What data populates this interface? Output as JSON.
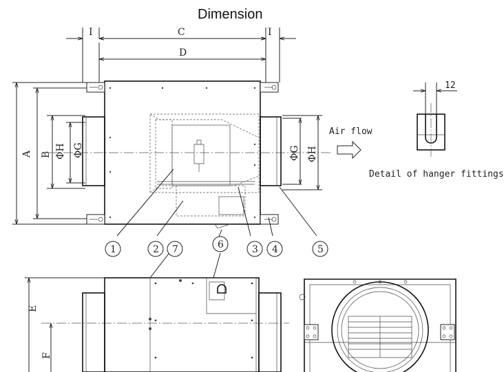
{
  "title": "Dimension",
  "dimension_labels": {
    "a": "A",
    "b": "B",
    "c": "C",
    "d": "D",
    "e": "E",
    "f": "F",
    "phi_g": "ΦG",
    "phi_h": "ΦH",
    "i": "I"
  },
  "airflow_label": "Air flow",
  "detail_label": "Detail of hanger fittings",
  "hanger_width": "12",
  "part_numbers": [
    "1",
    "2",
    "3",
    "4",
    "5",
    "6",
    "7"
  ]
}
